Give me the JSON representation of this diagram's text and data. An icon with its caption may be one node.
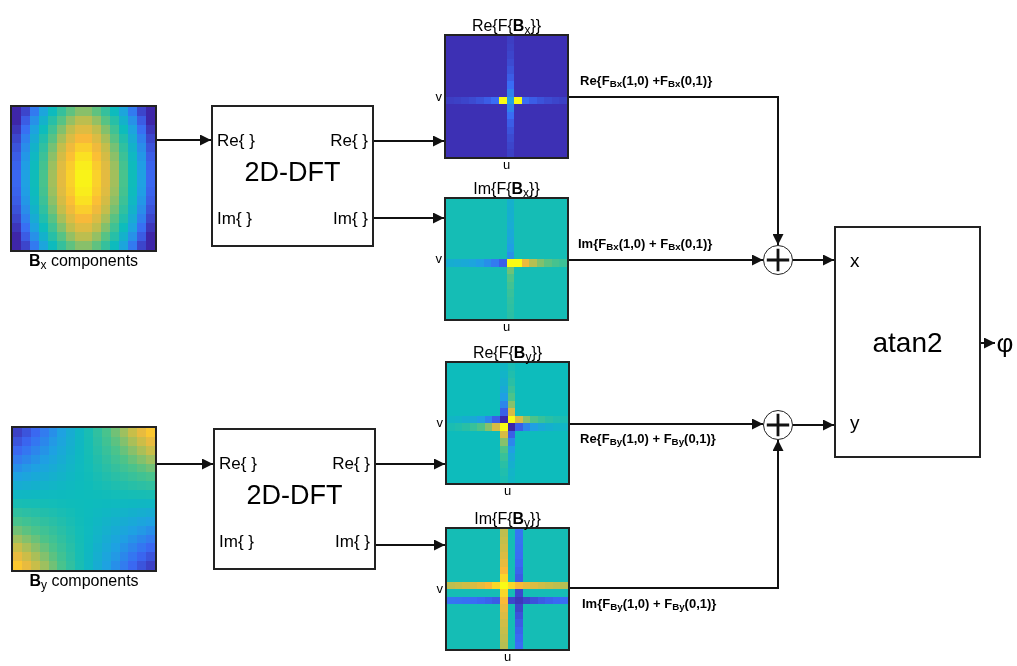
{
  "diagram": {
    "nodes": [
      {
        "text": [
          "**B**$_{x}$ components"
        ]
      },
      {
        "text": [
          "Re{ }",
          "Re{ }",
          "2D-DFT",
          "Im{ }",
          "Im{ }"
        ]
      },
      {
        "text": [
          "Re{F{**B**$_{x}$}}"
        ],
        "beside": [
          "v",
          "u"
        ]
      },
      {
        "text": [
          "Im{F{**B**$_{x}$}}"
        ],
        "beside": [
          "v",
          "u"
        ]
      },
      {
        "text": [],
        "shape": "circle"
      },
      {
        "text": [
          "**B**$_{y}$ components"
        ]
      },
      {
        "text": [
          "Re{ }",
          "Re{ }",
          "2D-DFT",
          "Im{ }",
          "Im{ }"
        ]
      },
      {
        "text": [
          "Re{F{**B**$_{y}$}}"
        ],
        "beside": [
          "v",
          "u"
        ]
      },
      {
        "text": [
          "Im{F{**B**$_{y}$}}"
        ],
        "beside": [
          "v",
          "u"
        ]
      },
      {
        "text": [],
        "shape": "circle"
      },
      {
        "text": [
          "x",
          "atan2",
          "y"
        ]
      },
      {
        "text": [
          "φ"
        ]
      }
    ],
    "edges": [
      {
        "from": 0,
        "to": 1,
        "arrow": "to"
      },
      {
        "from": 1,
        "to": 2,
        "arrow": "to"
      },
      {
        "from": 1,
        "to": 3,
        "arrow": "to"
      },
      {
        "from": 2,
        "to": 4,
        "arrow": "to",
        "label": "Re{F$_{Bx}$(1,0) +F$_{Bx}$(0,1)}"
      },
      {
        "from": 3,
        "to": 4,
        "arrow": "to",
        "label": "Im{F$_{Bx}$(1,0) + F$_{Bx}$(0,1)}"
      },
      {
        "from": 4,
        "to": 10,
        "arrow": "to"
      },
      {
        "from": 5,
        "to": 6,
        "arrow": "to"
      },
      {
        "from": 6,
        "to": 7,
        "arrow": "to"
      },
      {
        "from": 6,
        "to": 8,
        "arrow": "to"
      },
      {
        "from": 7,
        "to": 9,
        "arrow": "to",
        "label": "Re{F$_{By}$(1,0) + F$_{By}$(0,1)}"
      },
      {
        "from": 8,
        "to": 9,
        "arrow": "to",
        "label": "Im{F$_{By}$(1,0) + F$_{By}$(0,1)}"
      },
      {
        "from": 9,
        "to": 10,
        "arrow": "to"
      },
      {
        "from": 10,
        "to": 11,
        "arrow": "to"
      }
    ]
  }
}
